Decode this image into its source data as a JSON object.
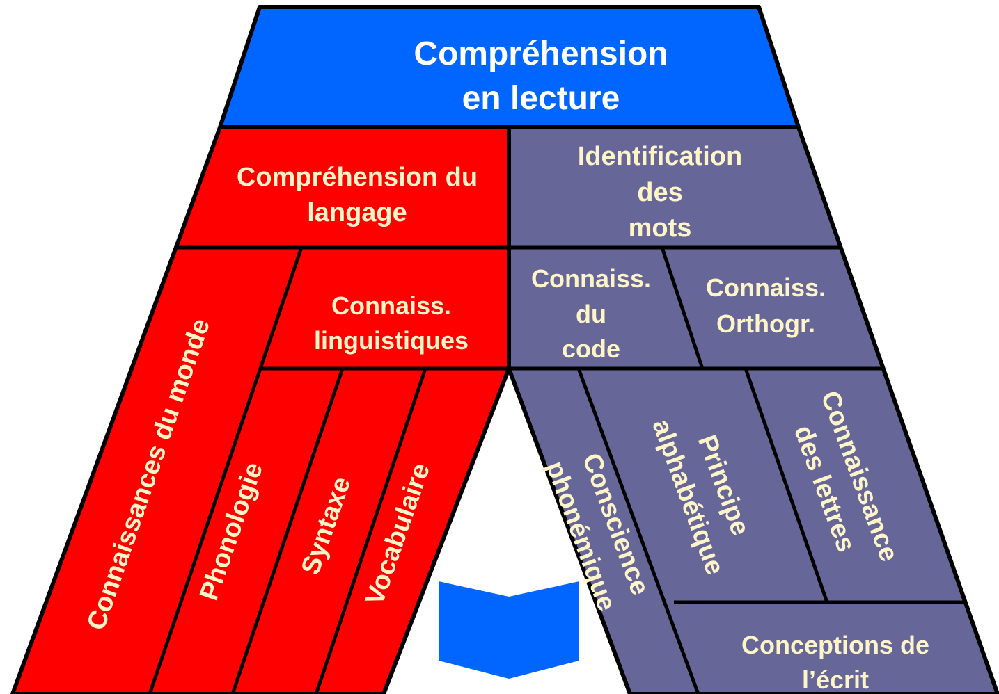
{
  "colors": {
    "top": "#0066ff",
    "left": "#ff0000",
    "right": "#666699",
    "text": "#fdf5c8",
    "title_text": "#ffffff",
    "outline": "#000000",
    "book": "#0066ff"
  },
  "title": {
    "line1": "Compréhension",
    "line2": "en  lecture"
  },
  "left_branch": {
    "header": {
      "line1": "Compréhension du",
      "line2": "langage"
    },
    "connaissances_monde": "Connaissances du monde",
    "connaiss_linguistiques": {
      "line1": "Connaiss.",
      "line2": "linguistiques"
    },
    "phonologie": "Phonologie",
    "syntaxe": "Syntaxe",
    "vocabulaire": "Vocabulaire"
  },
  "right_branch": {
    "header": {
      "line1": "Identification",
      "line2": "des",
      "line3": "mots"
    },
    "connaiss_code": {
      "line1": "Connaiss.",
      "line2": "du",
      "line3": "code"
    },
    "connaiss_orthogr": {
      "line1": "Connaiss.",
      "line2": "Orthogr."
    },
    "conscience_phonemique": {
      "line1": "Conscience",
      "line2": "phonémique"
    },
    "principe_alphabetique": {
      "line1": "Principe",
      "line2": "alphabétique"
    },
    "connaissance_lettres": {
      "line1": "Connaissance",
      "line2": "des lettres"
    },
    "conceptions_ecrit": {
      "line1": "Conceptions de",
      "line2": "l’écrit"
    }
  },
  "icons": {
    "book": "open-book-icon"
  }
}
